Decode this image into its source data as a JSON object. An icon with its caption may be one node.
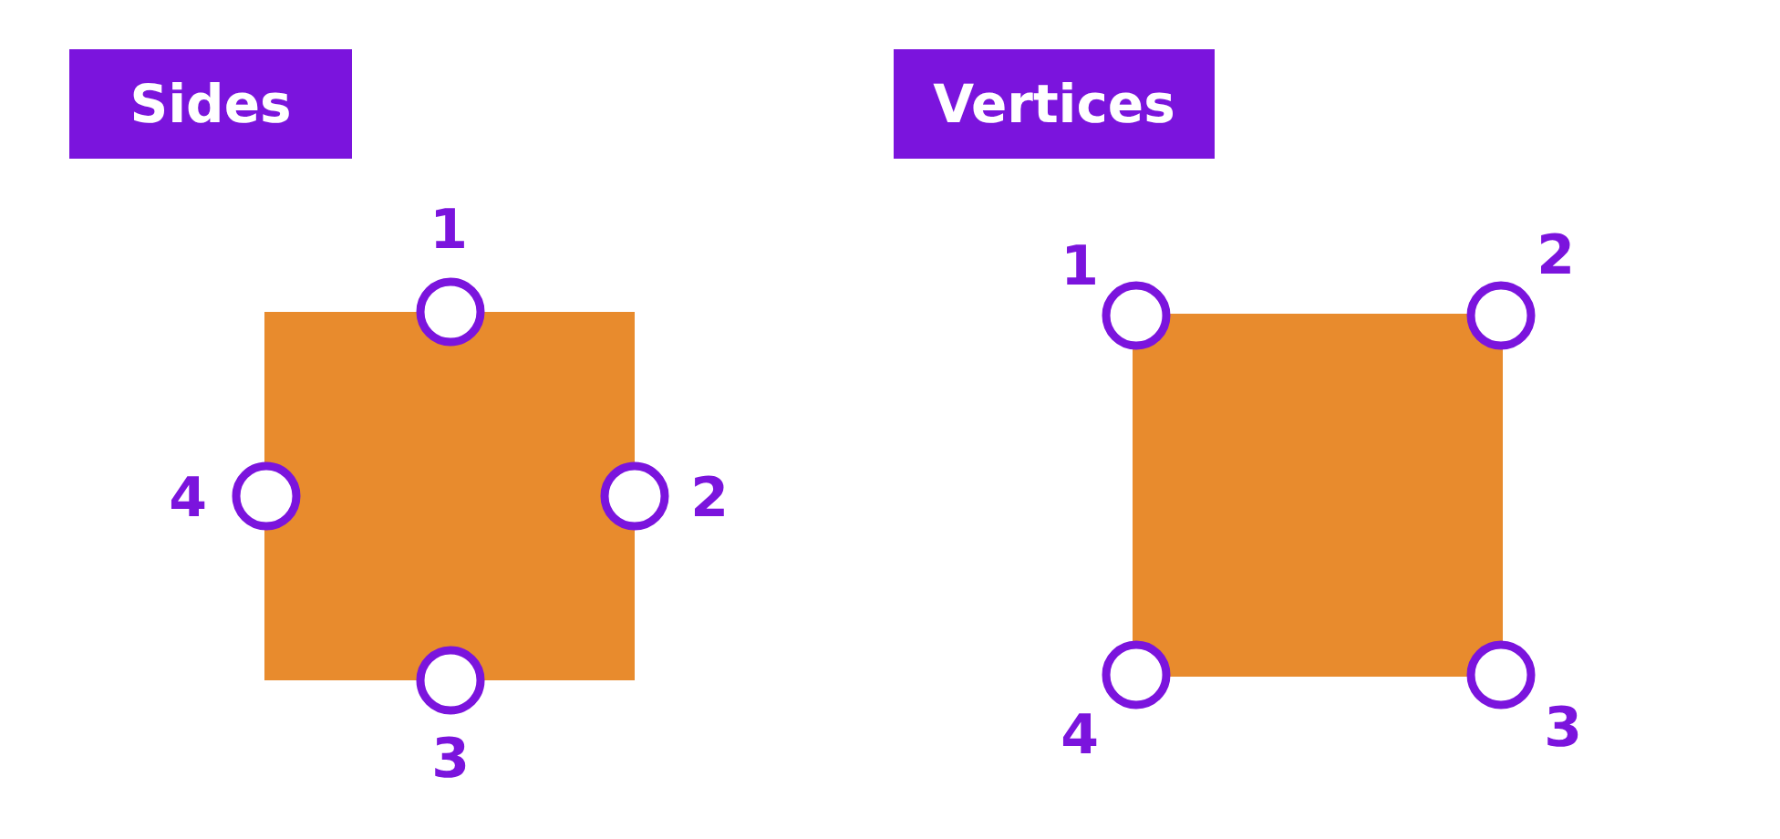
{
  "diagram": {
    "nodes": [
      {
        "text": [
          "Sides"
        ]
      },
      {
        "text": [
          "Vertices"
        ]
      },
      {
        "text": [],
        "shape": "box"
      },
      {
        "text": [],
        "shape": "box"
      }
    ],
    "labels": [
      "1",
      "4",
      "2",
      "3",
      "1",
      "2",
      "4",
      "3"
    ]
  }
}
